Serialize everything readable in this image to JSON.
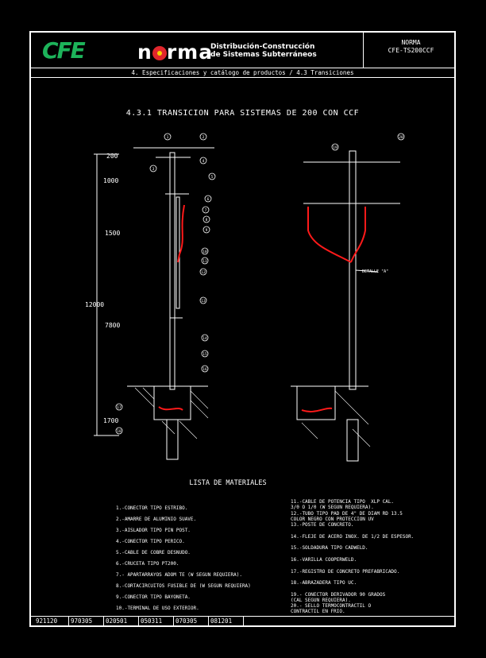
{
  "header": {
    "cfe_logo": "CFE",
    "norma_logo": "norma",
    "tagline_1": "Distribución-Construcción",
    "tagline_2": "de Sistemas Subterráneos",
    "norma_label": "NORMA",
    "norma_code": "CFE-TS200CCF",
    "breadcrumb": "4. Especificaciones y catálogo de productos / 4.3 Transiciones"
  },
  "drawing": {
    "title": "4.3.1 TRANSICION PARA SISTEMAS DE 200 CON CCF",
    "dimensions": [
      "200",
      "1000",
      "1500",
      "12000",
      "7800",
      "1700"
    ],
    "callouts_left": [
      "1",
      "2",
      "3",
      "4",
      "5",
      "6",
      "7",
      "8",
      "9",
      "10",
      "11",
      "12",
      "13",
      "14",
      "15",
      "16",
      "17",
      "18",
      "19",
      "20"
    ],
    "detail_label": "DETALLE \"A\""
  },
  "materials": {
    "title": "LISTA DE MATERIALES",
    "left": [
      "1.-CONECTOR TIPO ESTRIBO.",
      "2.-AMARRE DE ALUMINIO SUAVE.",
      "3.-AISLADOR TIPO PIN POST.",
      "4.-CONECTOR TIPO PERICO.",
      "5.-CABLE DE COBRE DESNUDO.",
      "6.-CRUCETA TIPO PT200.",
      "7.- APARTARRAYOS ADOM TE (W SEGUN REQUIERA).",
      "8.-CORTACIRCUITOS FUSIBLE DE (W SEGUN REQUIERA)",
      "9.-CONECTOR TIPO BAYONETA.",
      "10.-TERMINAL DE USO EXTERIOR."
    ],
    "right": [
      "11.-CABLE DE POTENCIA TIPO  XLP CAL.\n3/0 O 1/0 (W SEGUN REQUIERA).",
      "12.-TUBO TIPO PAD DE 4\" DE DIAM RD 13.5\nCOLOR NEGRO CON PROTECCION UV",
      "13.-POSTE DE CONCRETO.",
      "14.-FLEJE DE ACERO INOX. DE 1/2 DE ESPESOR.",
      "15.-SOLDADURA TIPO CADWELD.",
      "16.-VARILLA COOPERWELD.",
      "17.-REGISTRO DE CONCRETO PREFABRICADO.",
      "18.-ABRAZADERA TIPO UC.",
      "19.- CONECTOR DERIVADOR 90 GRADOS\n(CAL SEGUN REQUIERA).",
      "20.- SELLO TERMOCONTRACTIL O\nCONTRACTIL EN FRIO."
    ]
  },
  "revisions": [
    "921120",
    "970305",
    "020501",
    "050311",
    "070305",
    "081201"
  ],
  "colors": {
    "brand_green": "#1db35a",
    "cable_red": "#ff1a1a",
    "line": "#ffffff"
  }
}
